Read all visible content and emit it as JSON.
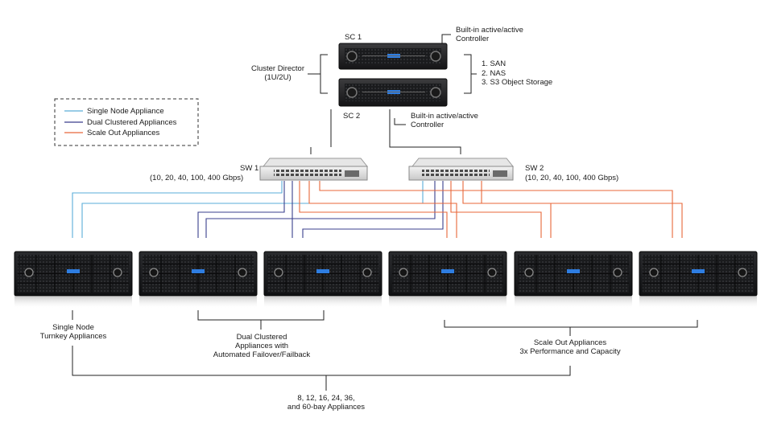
{
  "controllers": {
    "sc1": "SC 1",
    "sc2": "SC 2",
    "builtin_top": "Built-in active/active\nController",
    "builtin_bottom": "Built-in active/active\nController",
    "cluster_director": "Cluster Director\n(1U/2U)",
    "protocols": [
      "1.  SAN",
      "2. NAS",
      "3. S3 Object Storage"
    ]
  },
  "legend": {
    "items": [
      {
        "label": "Single Node Appliance",
        "color": "#5aaed8"
      },
      {
        "label": "Dual Clustered Appliances",
        "color": "#3a3f8c"
      },
      {
        "label": "Scale Out Appliances",
        "color": "#e8673a"
      }
    ]
  },
  "switches": {
    "sw1_name": "SW 1",
    "sw1_speeds": "(10, 20, 40, 100, 400 Gbps)",
    "sw2_name": "SW 2",
    "sw2_speeds": "(10, 20, 40, 100, 400 Gbps)"
  },
  "groups": {
    "single": "Single Node\nTurnkey Appliances",
    "dual": "Dual Clustered\nAppliances with\nAutomated Failover/Failback",
    "scale": "Scale Out Appliances\n3x Performance and Capacity",
    "bays": "8, 12, 16, 24, 36,\nand 60-bay Appliances"
  }
}
